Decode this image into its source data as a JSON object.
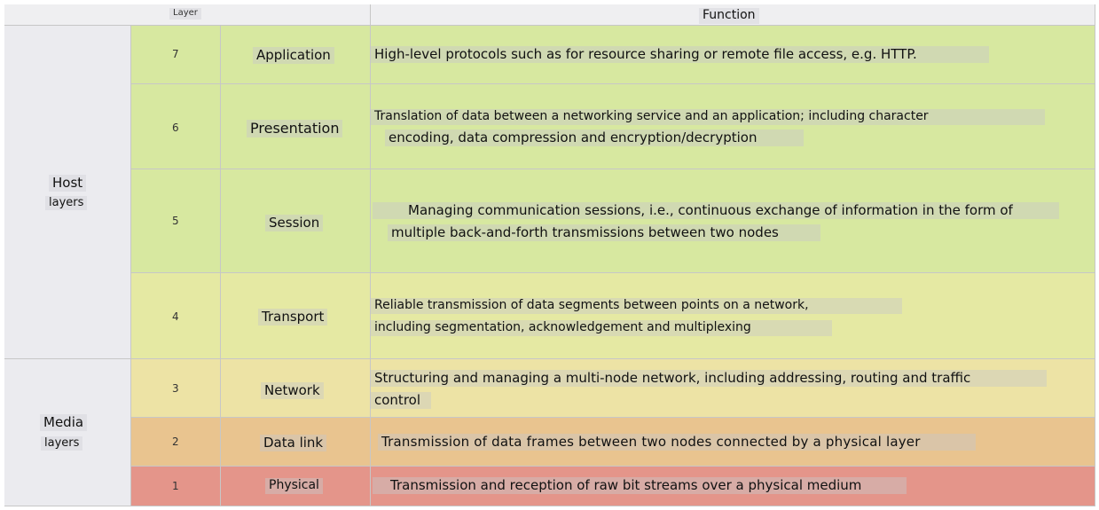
{
  "header": {
    "layer": "Layer",
    "function": "Function"
  },
  "groups": {
    "host": [
      "Host",
      "layers"
    ],
    "media": [
      "Media",
      "layers"
    ]
  },
  "layers": [
    {
      "num": "7",
      "name": "Application",
      "func": [
        "High-level protocols such as for resource sharing or remote file access, e.g. HTTP."
      ],
      "color": "#d7e8a0"
    },
    {
      "num": "6",
      "name": "Presentation",
      "func": [
        "Translation of data between a networking service and an application; including character",
        "encoding, data compression and encryption/decryption"
      ],
      "color": "#d7e8a0"
    },
    {
      "num": "5",
      "name": "Session",
      "func": [
        "Managing communication sessions, i.e., continuous exchange of information in the form of",
        "multiple back-and-forth transmissions between two nodes"
      ],
      "color": "#d7e8a0"
    },
    {
      "num": "4",
      "name": "Transport",
      "func": [
        "Reliable transmission of data segments between points on a network,",
        "including segmentation, acknowledgement and multiplexing"
      ],
      "color": "#e5e9a3"
    },
    {
      "num": "3",
      "name": "Network",
      "func": [
        "Structuring and managing a multi-node network, including addressing, routing and traffic",
        "control"
      ],
      "color": "#ede3a5"
    },
    {
      "num": "2",
      "name": "Data link",
      "func": [
        "Transmission of data frames between two nodes connected by a physical layer"
      ],
      "color": "#e9c48f"
    },
    {
      "num": "1",
      "name": "Physical",
      "func": [
        "Transmission and reception of raw bit streams over a physical medium"
      ],
      "color": "#e4958a"
    }
  ]
}
